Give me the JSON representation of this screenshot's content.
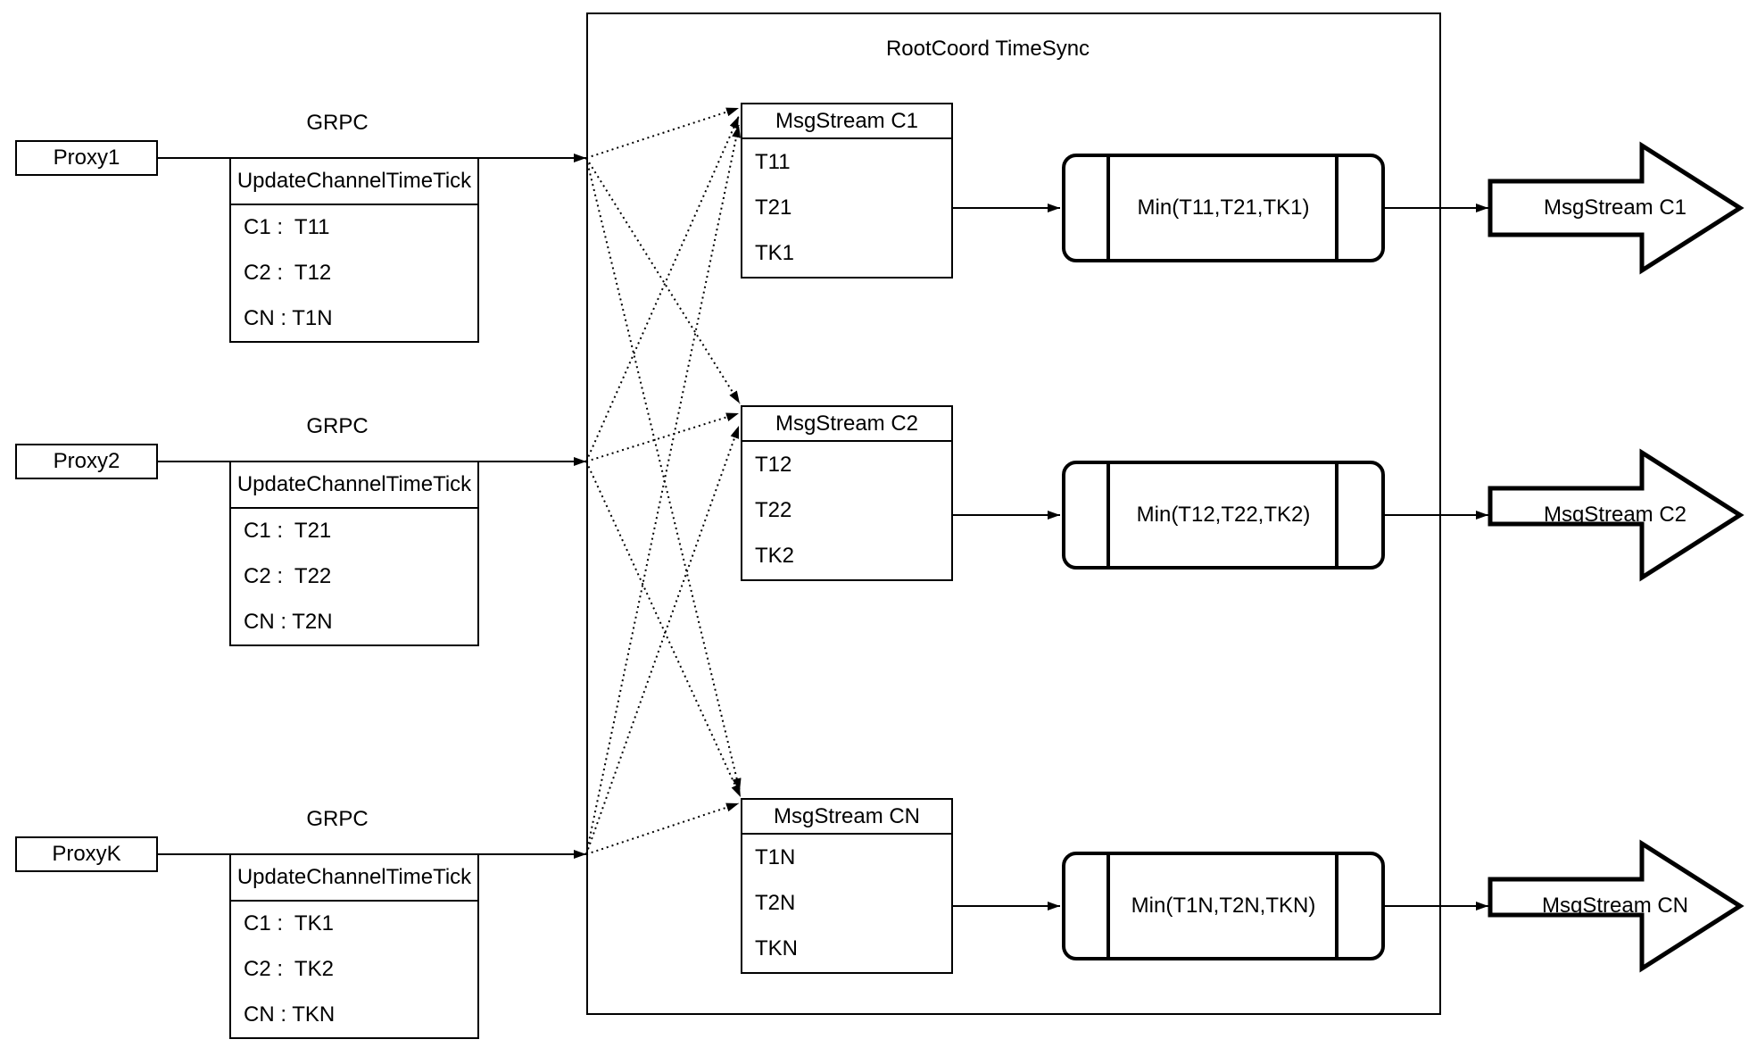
{
  "diagram": {
    "title": "RootCoord TimeSync",
    "grpc_label": "GRPC",
    "colors": {
      "line": "#000000",
      "background": "#ffffff"
    },
    "proxies": [
      {
        "name": "Proxy1",
        "table": {
          "header": "UpdateChannelTimeTick",
          "rows": [
            "C1 :  T11",
            "C2 :  T12",
            "CN : T1N"
          ]
        }
      },
      {
        "name": "Proxy2",
        "table": {
          "header": "UpdateChannelTimeTick",
          "rows": [
            "C1 :  T21",
            "C2 :  T22",
            "CN : T2N"
          ]
        }
      },
      {
        "name": "ProxyK",
        "table": {
          "header": "UpdateChannelTimeTick",
          "rows": [
            "C1 :  TK1",
            "C2 :  TK2",
            "CN : TKN"
          ]
        }
      }
    ],
    "streams": [
      {
        "header": "MsgStream C1",
        "rows": [
          "T11",
          "T21",
          "TK1"
        ],
        "min_label": "Min(T11,T21,TK1)",
        "output_label": "MsgStream C1"
      },
      {
        "header": "MsgStream C2",
        "rows": [
          "T12",
          "T22",
          "TK2"
        ],
        "min_label": "Min(T12,T22,TK2)",
        "output_label": "MsgStream C2"
      },
      {
        "header": "MsgStream CN",
        "rows": [
          "T1N",
          "T2N",
          "TKN"
        ],
        "min_label": "Min(T1N,T2N,TKN)",
        "output_label": "MsgStream CN"
      }
    ]
  }
}
